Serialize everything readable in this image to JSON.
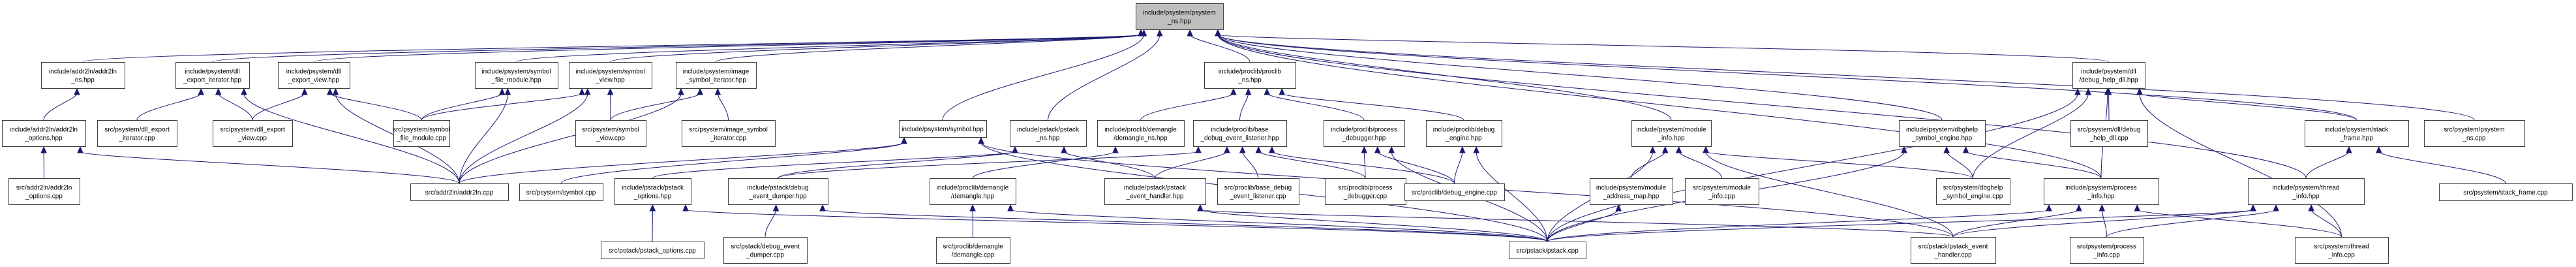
{
  "diagram": {
    "type": "doxygen-include-dependency-graph",
    "colors": {
      "edge": "#191970",
      "root_fill": "#bfbfbf",
      "node_fill": "#ffffff",
      "node_border": "#404040"
    },
    "nodes": [
      {
        "id": "psystem_ns_hpp",
        "lines": [
          "include/psystem/psystem",
          "_ns.hpp"
        ],
        "root": true
      },
      {
        "id": "addr2ln_ns_hpp",
        "lines": [
          "include/addr2ln/addr2ln",
          "_ns.hpp"
        ]
      },
      {
        "id": "dll_export_iterator_hpp",
        "lines": [
          "include/psystem/dll",
          "_export_iterator.hpp"
        ]
      },
      {
        "id": "dll_export_view_hpp",
        "lines": [
          "include/psystem/dll",
          "_export_view.hpp"
        ]
      },
      {
        "id": "symbol_file_module_hpp",
        "lines": [
          "include/psystem/symbol",
          "_file_module.hpp"
        ]
      },
      {
        "id": "symbol_view_hpp",
        "lines": [
          "include/psystem/symbol",
          "_view.hpp"
        ]
      },
      {
        "id": "image_symbol_iterator_hpp",
        "lines": [
          "include/psystem/image",
          "_symbol_iterator.hpp"
        ]
      },
      {
        "id": "proclib_ns_hpp",
        "lines": [
          "include/proclib/proclib",
          "_ns.hpp"
        ]
      },
      {
        "id": "debug_help_dll_hpp",
        "lines": [
          "include/psystem/dll",
          "/debug_help_dll.hpp"
        ]
      },
      {
        "id": "addr2ln_options_hpp",
        "lines": [
          "include/addr2ln/addr2ln",
          "_options.hpp"
        ]
      },
      {
        "id": "dll_export_iterator_cpp",
        "lines": [
          "src/psystem/dll_export",
          "_iterator.cpp"
        ]
      },
      {
        "id": "dll_export_view_cpp",
        "lines": [
          "src/psystem/dll_export",
          "_view.cpp"
        ]
      },
      {
        "id": "symbol_file_module_cpp",
        "lines": [
          "src/psystem/symbol",
          "_file_module.cpp"
        ]
      },
      {
        "id": "symbol_view_cpp",
        "lines": [
          "src/psystem/symbol",
          "_view.cpp"
        ]
      },
      {
        "id": "image_symbol_iterator_cpp",
        "lines": [
          "src/psystem/image_symbol",
          "_iterator.cpp"
        ]
      },
      {
        "id": "symbol_hpp",
        "lines": [
          "include/psystem/symbol.hpp"
        ]
      },
      {
        "id": "pstack_ns_hpp",
        "lines": [
          "include/pstack/pstack",
          "_ns.hpp"
        ]
      },
      {
        "id": "demangle_ns_hpp",
        "lines": [
          "include/proclib/demangle",
          "/demangle_ns.hpp"
        ]
      },
      {
        "id": "base_debug_event_listener_hpp",
        "lines": [
          "include/proclib/base",
          "_debug_event_listener.hpp"
        ]
      },
      {
        "id": "process_debugger_hpp",
        "lines": [
          "include/proclib/process",
          "_debugger.hpp"
        ]
      },
      {
        "id": "debug_engine_hpp",
        "lines": [
          "include/proclib/debug",
          "_engine.hpp"
        ]
      },
      {
        "id": "module_info_hpp",
        "lines": [
          "include/psystem/module",
          "_info.hpp"
        ]
      },
      {
        "id": "dbghelp_symbol_engine_hpp",
        "lines": [
          "include/psystem/dbghelp",
          "_symbol_engine.hpp"
        ]
      },
      {
        "id": "debug_help_dll_cpp",
        "lines": [
          "src/psystem/dll/debug",
          "_help_dll.cpp"
        ]
      },
      {
        "id": "stack_frame_hpp",
        "lines": [
          "include/psystem/stack",
          "_frame.hpp"
        ]
      },
      {
        "id": "psystem_ns_cpp",
        "lines": [
          "src/psystem/psystem",
          "_ns.cpp"
        ]
      },
      {
        "id": "addr2ln_options_cpp",
        "lines": [
          "src/addr2ln/addr2ln",
          "_options.cpp"
        ]
      },
      {
        "id": "addr2ln_cpp",
        "lines": [
          "src/addr2ln/addr2ln.cpp"
        ]
      },
      {
        "id": "symbol_cpp",
        "lines": [
          "src/psystem/symbol.cpp"
        ]
      },
      {
        "id": "pstack_options_hpp",
        "lines": [
          "include/pstack/pstack",
          "_options.hpp"
        ]
      },
      {
        "id": "debug_event_dumper_hpp",
        "lines": [
          "include/pstack/debug",
          "_event_dumper.hpp"
        ]
      },
      {
        "id": "demangle_hpp",
        "lines": [
          "include/proclib/demangle",
          "/demangle.hpp"
        ]
      },
      {
        "id": "pstack_event_handler_hpp",
        "lines": [
          "include/pstack/pstack",
          "_event_handler.hpp"
        ]
      },
      {
        "id": "base_debug_event_listener_cpp",
        "lines": [
          "src/proclib/base_debug",
          "_event_listener.cpp"
        ]
      },
      {
        "id": "process_debugger_cpp",
        "lines": [
          "src/proclib/process",
          "_debugger.cpp"
        ]
      },
      {
        "id": "debug_engine_cpp",
        "lines": [
          "src/proclib/debug_engine.cpp"
        ]
      },
      {
        "id": "module_address_map_hpp",
        "lines": [
          "include/psystem/module",
          "_address_map.hpp"
        ]
      },
      {
        "id": "module_info_cpp",
        "lines": [
          "src/psystem/module",
          "_info.cpp"
        ]
      },
      {
        "id": "dbghelp_symbol_engine_cpp",
        "lines": [
          "src/psystem/dbghelp",
          "_symbol_engine.cpp"
        ]
      },
      {
        "id": "process_info_hpp",
        "lines": [
          "include/psystem/process",
          "_info.hpp"
        ]
      },
      {
        "id": "thread_info_hpp",
        "lines": [
          "include/psystem/thread",
          "_info.hpp"
        ]
      },
      {
        "id": "stack_frame_cpp",
        "lines": [
          "src/psystem/stack_frame.cpp"
        ]
      },
      {
        "id": "pstack_options_cpp",
        "lines": [
          "src/pstack/pstack_options.cpp"
        ]
      },
      {
        "id": "debug_event_dumper_cpp",
        "lines": [
          "src/pstack/debug_event",
          "_dumper.cpp"
        ]
      },
      {
        "id": "demangle_cpp",
        "lines": [
          "src/proclib/demangle",
          "/demangle.cpp"
        ]
      },
      {
        "id": "pstack_cpp",
        "lines": [
          "src/pstack/pstack.cpp"
        ]
      },
      {
        "id": "pstack_event_handler_cpp",
        "lines": [
          "src/pstack/pstack_event",
          "_handler.cpp"
        ]
      },
      {
        "id": "process_info_cpp",
        "lines": [
          "src/psystem/process",
          "_info.cpp"
        ]
      },
      {
        "id": "thread_info_cpp",
        "lines": [
          "src/psystem/thread",
          "_info.cpp"
        ]
      }
    ],
    "edges": [
      [
        "addr2ln_ns_hpp",
        "psystem_ns_hpp"
      ],
      [
        "dll_export_iterator_hpp",
        "psystem_ns_hpp"
      ],
      [
        "dll_export_view_hpp",
        "psystem_ns_hpp"
      ],
      [
        "symbol_file_module_hpp",
        "psystem_ns_hpp"
      ],
      [
        "symbol_view_hpp",
        "psystem_ns_hpp"
      ],
      [
        "image_symbol_iterator_hpp",
        "psystem_ns_hpp"
      ],
      [
        "symbol_hpp",
        "psystem_ns_hpp"
      ],
      [
        "pstack_ns_hpp",
        "psystem_ns_hpp"
      ],
      [
        "proclib_ns_hpp",
        "psystem_ns_hpp"
      ],
      [
        "module_info_hpp",
        "psystem_ns_hpp"
      ],
      [
        "dbghelp_symbol_engine_hpp",
        "psystem_ns_hpp"
      ],
      [
        "debug_help_dll_hpp",
        "psystem_ns_hpp"
      ],
      [
        "process_info_hpp",
        "psystem_ns_hpp"
      ],
      [
        "stack_frame_hpp",
        "psystem_ns_hpp"
      ],
      [
        "thread_info_hpp",
        "psystem_ns_hpp"
      ],
      [
        "psystem_ns_cpp",
        "psystem_ns_hpp"
      ],
      [
        "addr2ln_options_hpp",
        "addr2ln_ns_hpp"
      ],
      [
        "addr2ln_options_cpp",
        "addr2ln_options_hpp"
      ],
      [
        "addr2ln_cpp",
        "addr2ln_options_hpp"
      ],
      [
        "dll_export_iterator_cpp",
        "dll_export_iterator_hpp"
      ],
      [
        "dll_export_view_cpp",
        "dll_export_iterator_hpp"
      ],
      [
        "addr2ln_cpp",
        "dll_export_iterator_hpp"
      ],
      [
        "dll_export_view_cpp",
        "dll_export_view_hpp"
      ],
      [
        "addr2ln_cpp",
        "dll_export_view_hpp"
      ],
      [
        "symbol_file_module_cpp",
        "dll_export_view_hpp"
      ],
      [
        "symbol_file_module_cpp",
        "symbol_file_module_hpp"
      ],
      [
        "addr2ln_cpp",
        "symbol_file_module_hpp"
      ],
      [
        "symbol_file_module_cpp",
        "symbol_view_hpp"
      ],
      [
        "addr2ln_cpp",
        "symbol_view_hpp"
      ],
      [
        "symbol_view_cpp",
        "symbol_view_hpp"
      ],
      [
        "symbol_view_cpp",
        "image_symbol_iterator_hpp"
      ],
      [
        "addr2ln_cpp",
        "image_symbol_iterator_hpp"
      ],
      [
        "image_symbol_iterator_cpp",
        "image_symbol_iterator_hpp"
      ],
      [
        "addr2ln_cpp",
        "symbol_hpp"
      ],
      [
        "symbol_cpp",
        "symbol_hpp"
      ],
      [
        "pstack_cpp",
        "symbol_hpp"
      ],
      [
        "pstack_event_handler_cpp",
        "symbol_hpp"
      ],
      [
        "pstack_options_hpp",
        "pstack_ns_hpp"
      ],
      [
        "debug_event_dumper_hpp",
        "pstack_ns_hpp"
      ],
      [
        "pstack_event_handler_hpp",
        "pstack_ns_hpp"
      ],
      [
        "demangle_ns_hpp",
        "proclib_ns_hpp"
      ],
      [
        "base_debug_event_listener_hpp",
        "proclib_ns_hpp"
      ],
      [
        "process_debugger_hpp",
        "proclib_ns_hpp"
      ],
      [
        "debug_engine_hpp",
        "proclib_ns_hpp"
      ],
      [
        "demangle_hpp",
        "demangle_ns_hpp"
      ],
      [
        "debug_event_dumper_hpp",
        "base_debug_event_listener_hpp"
      ],
      [
        "pstack_event_handler_hpp",
        "base_debug_event_listener_hpp"
      ],
      [
        "base_debug_event_listener_cpp",
        "base_debug_event_listener_hpp"
      ],
      [
        "process_debugger_cpp",
        "base_debug_event_listener_hpp"
      ],
      [
        "debug_engine_cpp",
        "base_debug_event_listener_hpp"
      ],
      [
        "process_debugger_cpp",
        "process_debugger_hpp"
      ],
      [
        "debug_engine_cpp",
        "process_debugger_hpp"
      ],
      [
        "pstack_cpp",
        "process_debugger_hpp"
      ],
      [
        "debug_engine_cpp",
        "debug_engine_hpp"
      ],
      [
        "pstack_cpp",
        "debug_engine_hpp"
      ],
      [
        "module_address_map_hpp",
        "module_info_hpp"
      ],
      [
        "module_info_cpp",
        "module_info_hpp"
      ],
      [
        "pstack_cpp",
        "module_info_hpp"
      ],
      [
        "pstack_event_handler_cpp",
        "module_info_hpp"
      ],
      [
        "dbghelp_symbol_engine_cpp",
        "module_info_hpp"
      ],
      [
        "dbghelp_symbol_engine_cpp",
        "dbghelp_symbol_engine_hpp"
      ],
      [
        "pstack_cpp",
        "dbghelp_symbol_engine_hpp"
      ],
      [
        "process_info_hpp",
        "dbghelp_symbol_engine_hpp"
      ],
      [
        "dbghelp_symbol_engine_cpp",
        "debug_help_dll_hpp"
      ],
      [
        "debug_help_dll_cpp",
        "debug_help_dll_hpp"
      ],
      [
        "pstack_cpp",
        "debug_help_dll_hpp"
      ],
      [
        "stack_frame_hpp",
        "debug_help_dll_hpp"
      ],
      [
        "thread_info_cpp",
        "debug_help_dll_hpp"
      ],
      [
        "process_info_hpp",
        "debug_help_dll_hpp"
      ],
      [
        "thread_info_hpp",
        "stack_frame_hpp"
      ],
      [
        "stack_frame_cpp",
        "stack_frame_hpp"
      ],
      [
        "pstack_options_cpp",
        "pstack_options_hpp"
      ],
      [
        "pstack_cpp",
        "pstack_options_hpp"
      ],
      [
        "debug_event_dumper_cpp",
        "debug_event_dumper_hpp"
      ],
      [
        "pstack_cpp",
        "debug_event_dumper_hpp"
      ],
      [
        "demangle_cpp",
        "demangle_hpp"
      ],
      [
        "pstack_cpp",
        "demangle_hpp"
      ],
      [
        "pstack_cpp",
        "pstack_event_handler_hpp"
      ],
      [
        "pstack_event_handler_cpp",
        "pstack_event_handler_hpp"
      ],
      [
        "pstack_cpp",
        "module_address_map_hpp"
      ],
      [
        "pstack_cpp",
        "process_info_hpp"
      ],
      [
        "pstack_event_handler_cpp",
        "process_info_hpp"
      ],
      [
        "process_info_cpp",
        "process_info_hpp"
      ],
      [
        "thread_info_cpp",
        "process_info_hpp"
      ],
      [
        "pstack_cpp",
        "thread_info_hpp"
      ],
      [
        "pstack_event_handler_cpp",
        "thread_info_hpp"
      ],
      [
        "process_info_cpp",
        "thread_info_hpp"
      ],
      [
        "thread_info_cpp",
        "thread_info_hpp"
      ]
    ]
  }
}
